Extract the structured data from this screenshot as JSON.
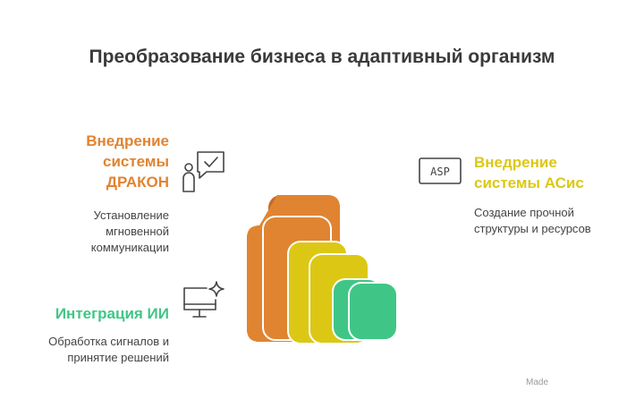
{
  "title": "Преобразование бизнеса в адаптивный организм",
  "items": {
    "drakon": {
      "heading_lines": [
        "Внедрение",
        "системы",
        "ДРАКОН"
      ],
      "desc_lines": [
        "Установление",
        "мгновенной",
        "коммуникации"
      ],
      "color": "#e08431",
      "icon": "person-chat-check-icon"
    },
    "asis": {
      "heading_lines": [
        "Внедрение",
        "системы АСис"
      ],
      "desc_lines": [
        "Создание прочной",
        "структуры и ресурсов"
      ],
      "color": "#dcc814",
      "icon": "asp-code-icon",
      "icon_text": "ASP"
    },
    "ai": {
      "heading_lines": [
        "Интеграция ИИ"
      ],
      "desc_lines": [
        "Обработка сигналов и",
        "принятие решений"
      ],
      "color": "#3fc686",
      "icon": "monitor-sparkle-icon"
    }
  },
  "stack_colors": [
    "#e08431",
    "#dcc814",
    "#3fc686"
  ],
  "watermark": "Made"
}
